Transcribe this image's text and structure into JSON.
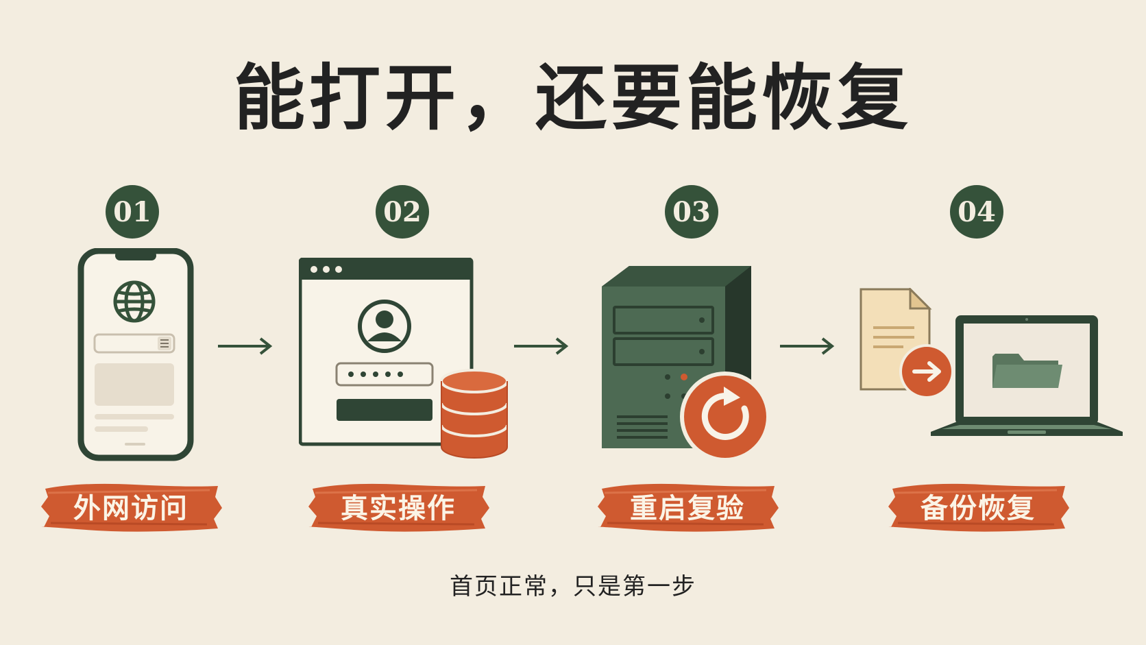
{
  "title": "能打开，还要能恢复",
  "steps": [
    {
      "number": "01",
      "label": "外网访问",
      "icon": "smartphone-globe-icon"
    },
    {
      "number": "02",
      "label": "真实操作",
      "icon": "login-window-database-icon"
    },
    {
      "number": "03",
      "label": "重启复验",
      "icon": "server-restart-icon"
    },
    {
      "number": "04",
      "label": "备份恢复",
      "icon": "file-to-laptop-icon"
    }
  ],
  "footer": "首页正常，只是第一步",
  "colors": {
    "background": "#f3ede0",
    "green": "#35523a",
    "orange": "#cf5a30",
    "text": "#222222"
  }
}
